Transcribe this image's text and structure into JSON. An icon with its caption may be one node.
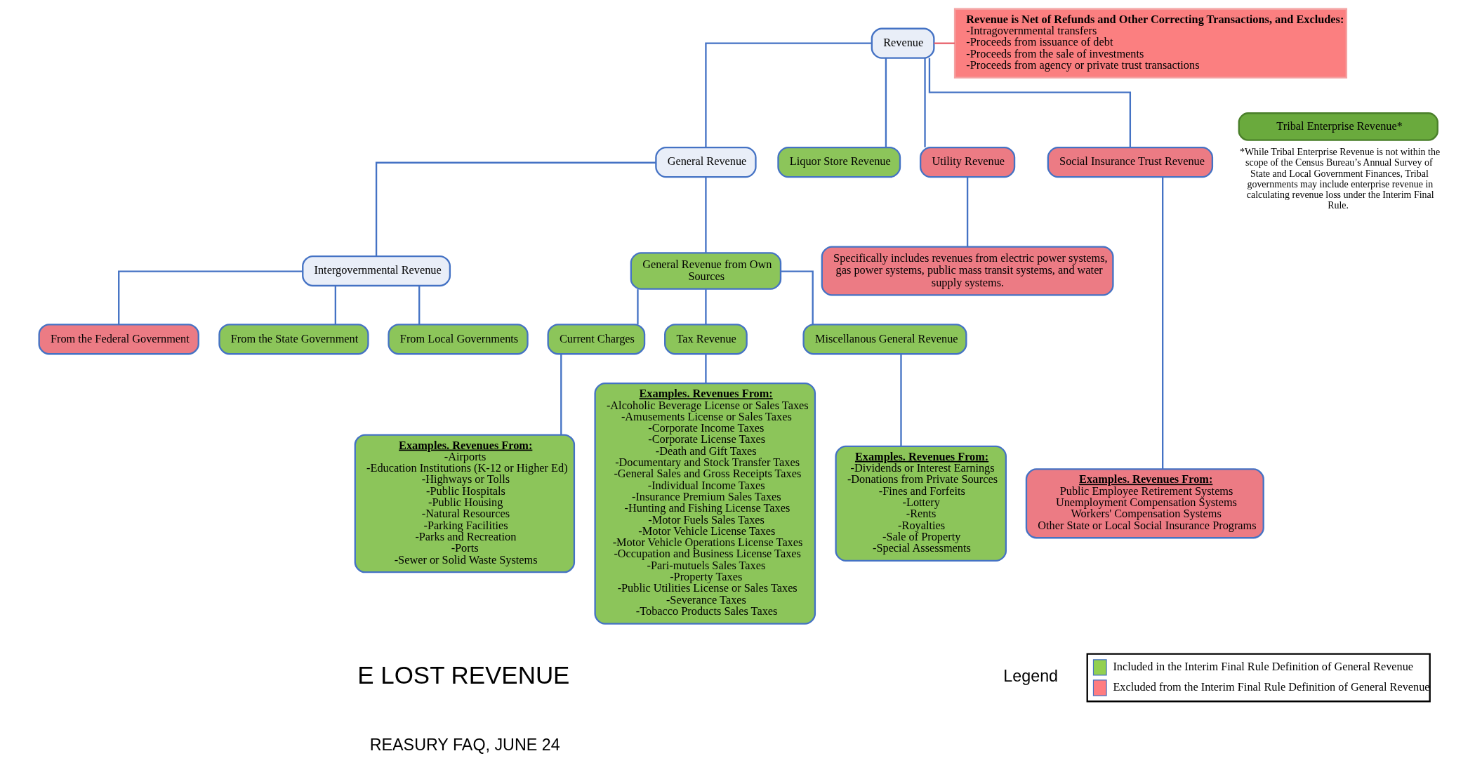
{
  "diagram": {
    "nodes": [
      {
        "text": [
          "Revenue"
        ]
      },
      {
        "text": [
          "Revenue is Net of Refunds and Other Correcting Transactions, and Excludes:",
          "-Intragovernmental transfers",
          "-Proceeds from issuance of debt",
          "-Proceeds from the sale of investments",
          "-Proceeds from agency or private trust transactions"
        ]
      },
      {
        "text": [
          "General Revenue"
        ]
      },
      {
        "text": [
          "Liquor Store Revenue"
        ]
      },
      {
        "text": [
          "Utility Revenue"
        ]
      },
      {
        "text": [
          "Social Insurance Trust Revenue"
        ]
      },
      {
        "text": [
          "Tribal Enterprise Revenue*"
        ],
        "beside": [
          "*While Tribal Enterprise Revenue is not within the scope of the Census Bureau’s Annual Survey of State and Local Government Finances, Tribal governments may include enterprise revenue in calculating revenue loss under the Interim Final Rule."
        ]
      },
      {
        "text": [
          "Intergovernmental Revenue"
        ]
      },
      {
        "text": [
          "General Revenue from Own Sources"
        ]
      },
      {
        "text": [
          "Specifically includes revenues from electric power systems, gas power systems, public mass transit systems, and water supply systems."
        ]
      },
      {
        "text": [
          "From the Federal Government"
        ]
      },
      {
        "text": [
          "From the State Government"
        ]
      },
      {
        "text": [
          "From Local Governments"
        ]
      },
      {
        "text": [
          "Current Charges"
        ]
      },
      {
        "text": [
          "Tax Revenue"
        ]
      },
      {
        "text": [
          "Miscellanous General Revenue"
        ]
      },
      {
        "text": [
          "Examples. Revenues From:",
          "-Airports",
          "-Education Institutions (K-12 or Higher Ed)",
          "-Highways or Tolls",
          "-Public Hospitals",
          "-Public Housing",
          "-Natural Resources",
          "-Parking Facilities",
          "-Parks and Recreation",
          "-Ports",
          "-Sewer or Solid Waste Systems"
        ]
      },
      {
        "text": [
          "Examples. Revenues From:",
          "-Alcoholic Beverage License or Sales Taxes",
          "-Amusements License or Sales Taxes",
          "-Corporate Income Taxes",
          "-Corporate License Taxes",
          "-Death and Gift Taxes",
          "-Documentary and Stock Transfer Taxes",
          "-General Sales and Gross Receipts Taxes",
          "-Individual Income Taxes",
          "-Insurance Premium Sales Taxes",
          "-Hunting and Fishing License Taxes",
          "-Motor Fuels Sales Taxes",
          "-Motor Vehicle License Taxes",
          "-Motor Vehicle Operations License Taxes",
          "-Occupation and Business License Taxes",
          "-Pari-mutuels Sales Taxes",
          "-Property Taxes",
          "-Public Utilities License or Sales Taxes",
          "-Severance Taxes",
          "-Tobacco Products Sales Taxes"
        ]
      },
      {
        "text": [
          "Examples. Revenues From:",
          "-Dividends or Interest Earnings",
          "-Donations from Private Sources",
          "-Fines and Forfeits",
          "-Lottery",
          "-Rents",
          "-Royalties",
          "-Sale of Property",
          "-Special Assessments"
        ]
      },
      {
        "text": [
          "Examples. Revenues From:",
          "Public Employee Retirement Systems",
          "Unemployment Compensation Systems",
          "Workers' Compensation Systems",
          "Other State or Local Social Insurance Programs"
        ]
      }
    ],
    "edges": [
      {
        "from": 0,
        "to": 1,
        "arrow": "none",
        "color": "#e8606a"
      },
      {
        "from": 0,
        "to": 2,
        "arrow": "none"
      },
      {
        "from": 0,
        "to": 3,
        "arrow": "none"
      },
      {
        "from": 0,
        "to": 4,
        "arrow": "none"
      },
      {
        "from": 0,
        "to": 5,
        "arrow": "none"
      },
      {
        "from": 2,
        "to": 7,
        "arrow": "none"
      },
      {
        "from": 2,
        "to": 8,
        "arrow": "none"
      },
      {
        "from": 4,
        "to": 9,
        "arrow": "none"
      },
      {
        "from": 5,
        "to": 19,
        "arrow": "none"
      },
      {
        "from": 7,
        "to": 10,
        "arrow": "none"
      },
      {
        "from": 7,
        "to": 11,
        "arrow": "none"
      },
      {
        "from": 7,
        "to": 12,
        "arrow": "none"
      },
      {
        "from": 8,
        "to": 13,
        "arrow": "none"
      },
      {
        "from": 8,
        "to": 14,
        "arrow": "none"
      },
      {
        "from": 8,
        "to": 15,
        "arrow": "none"
      },
      {
        "from": 13,
        "to": 16,
        "arrow": "none"
      },
      {
        "from": 14,
        "to": 17,
        "arrow": "none"
      },
      {
        "from": 15,
        "to": 18,
        "arrow": "none"
      }
    ],
    "labels": [
      "E LOST REVENUE",
      "REASURY FAQ, JUNE 24",
      "Legend"
    ],
    "legend": [
      {
        "text": "Included in the Interim Final Rule Definition of General Revenue",
        "color": "#92d050"
      },
      {
        "text": "Excluded from the Interim Final Rule Definition of General Revenue",
        "color": "#ff7c80"
      }
    ]
  }
}
